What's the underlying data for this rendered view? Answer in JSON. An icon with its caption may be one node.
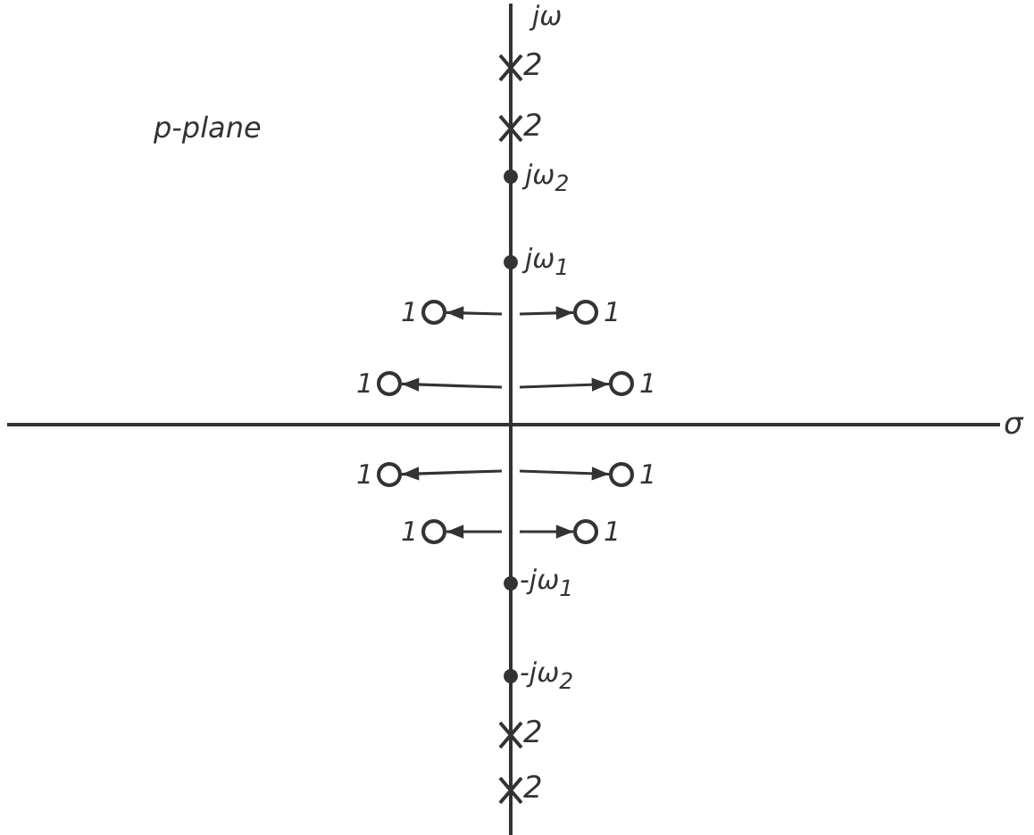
{
  "diagram": {
    "nodes": [
      {
        "text": [],
        "shape": "circle",
        "beside": [
          "1"
        ]
      },
      {
        "text": [],
        "shape": "circle",
        "beside": [
          "1"
        ]
      },
      {
        "text": [],
        "shape": "circle",
        "beside": [
          "1"
        ]
      },
      {
        "text": [],
        "shape": "circle",
        "beside": [
          "1"
        ]
      },
      {
        "text": [],
        "shape": "circle",
        "beside": [
          "1"
        ]
      },
      {
        "text": [],
        "shape": "circle",
        "beside": [
          "1"
        ]
      },
      {
        "text": [],
        "shape": "circle",
        "beside": [
          "1"
        ]
      },
      {
        "text": [],
        "shape": "circle",
        "beside": [
          "1"
        ]
      }
    ],
    "edges": [
      {
        "from": null,
        "to": 0,
        "arrow": "to"
      },
      {
        "from": null,
        "to": 1,
        "arrow": "to"
      },
      {
        "from": null,
        "to": 2,
        "arrow": "to"
      },
      {
        "from": null,
        "to": 3,
        "arrow": "to"
      },
      {
        "from": null,
        "to": 4,
        "arrow": "to"
      },
      {
        "from": null,
        "to": 5,
        "arrow": "to"
      },
      {
        "from": null,
        "to": 6,
        "arrow": "to"
      },
      {
        "from": null,
        "to": 7,
        "arrow": "to"
      }
    ],
    "labels": [
      "jω",
      "2",
      "2",
      "p-plane",
      "jω$_{2}$",
      "jω$_{1}$",
      "σ",
      "-jω$_{1}$",
      "-jω$_{2}$",
      "2",
      "2"
    ]
  }
}
